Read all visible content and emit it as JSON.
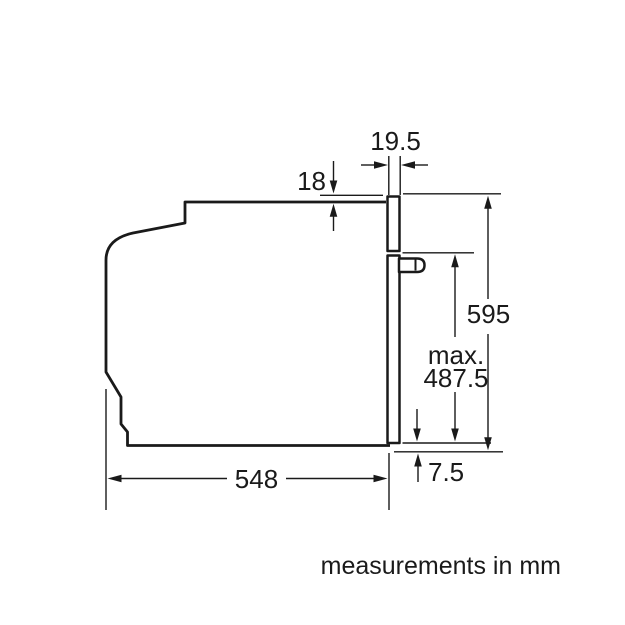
{
  "diagram": {
    "subject": "built-in-oven-side-profile-installation-drawing",
    "note": "measurements in mm",
    "colors": {
      "line": "#1a1a1a",
      "background": "#ffffff"
    },
    "dims": {
      "frame_thickness": "19.5",
      "top_offset": "18",
      "height": "595",
      "max_prefix": "max.",
      "max_value": "487.5",
      "bottom_offset": "7.5",
      "depth": "548"
    }
  }
}
